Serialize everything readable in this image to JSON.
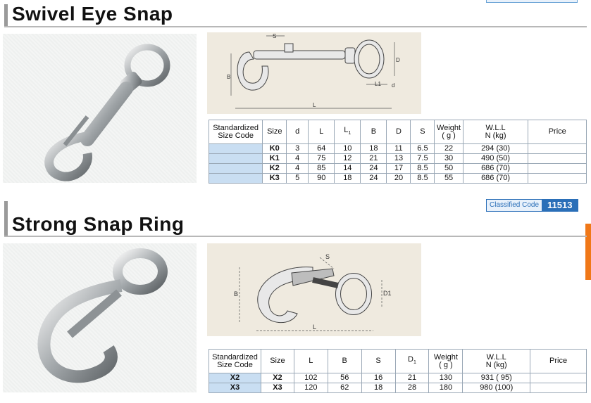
{
  "sections": [
    {
      "title": "Swivel Eye Snap",
      "table": {
        "headers": [
          "Standardized Size Code",
          "Size",
          "d",
          "L",
          "L1",
          "B",
          "D",
          "S",
          "Weight (g)",
          "W.L.L N (kg)",
          "Price"
        ],
        "header_code_line1": "Standardized",
        "header_code_line2": "Size Code",
        "header_size": "Size",
        "header_d": "d",
        "header_L": "L",
        "header_L1": "L",
        "header_L1_sub": "1",
        "header_B": "B",
        "header_D": "D",
        "header_S": "S",
        "header_weight_line1": "Weight",
        "header_weight_line2": "( g )",
        "header_wll_line1": "W.L.L",
        "header_wll_line2": "N (kg)",
        "header_price": "Price",
        "rows": [
          {
            "code": "",
            "size": "K0",
            "d": "3",
            "L": "64",
            "L1": "10",
            "B": "18",
            "D": "11",
            "S": "6.5",
            "weight": "22",
            "wll": "294 (30)",
            "price": ""
          },
          {
            "code": "",
            "size": "K1",
            "d": "4",
            "L": "75",
            "L1": "12",
            "B": "21",
            "D": "13",
            "S": "7.5",
            "weight": "30",
            "wll": "490 (50)",
            "price": ""
          },
          {
            "code": "",
            "size": "K2",
            "d": "4",
            "L": "85",
            "L1": "14",
            "B": "24",
            "D": "17",
            "S": "8.5",
            "weight": "50",
            "wll": "686 (70)",
            "price": ""
          },
          {
            "code": "",
            "size": "K3",
            "d": "5",
            "L": "90",
            "L1": "18",
            "B": "24",
            "D": "20",
            "S": "8.5",
            "weight": "55",
            "wll": "686 (70)",
            "price": ""
          }
        ]
      },
      "diagram_labels": {
        "S": "S",
        "D": "D",
        "B": "B",
        "L": "L",
        "L1": "L1",
        "d": "d"
      }
    },
    {
      "title": "Strong Snap Ring",
      "classified_label": "Classified Code",
      "classified_code": "11513",
      "table": {
        "header_code_line1": "Standardized",
        "header_code_line2": "Size Code",
        "header_size": "Size",
        "header_L": "L",
        "header_B": "B",
        "header_S": "S",
        "header_D1": "D",
        "header_D1_sub": "1",
        "header_weight_line1": "Weight",
        "header_weight_line2": "( g )",
        "header_wll_line1": "W.L.L",
        "header_wll_line2": "N (kg)",
        "header_price": "Price",
        "rows": [
          {
            "code": "X2",
            "size": "X2",
            "L": "102",
            "B": "56",
            "S": "16",
            "D1": "21",
            "weight": "130",
            "wll": "931 ( 95)",
            "price": ""
          },
          {
            "code": "X3",
            "size": "X3",
            "L": "120",
            "B": "62",
            "S": "18",
            "D1": "28",
            "weight": "180",
            "wll": "980 (100)",
            "price": ""
          }
        ]
      },
      "diagram_labels": {
        "S": "S",
        "B": "B",
        "D1": "D1",
        "L": "L"
      }
    }
  ],
  "colors": {
    "accent_blue": "#2a6fb8",
    "code_cell": "#c9def2",
    "side_tab": "#f07818"
  }
}
